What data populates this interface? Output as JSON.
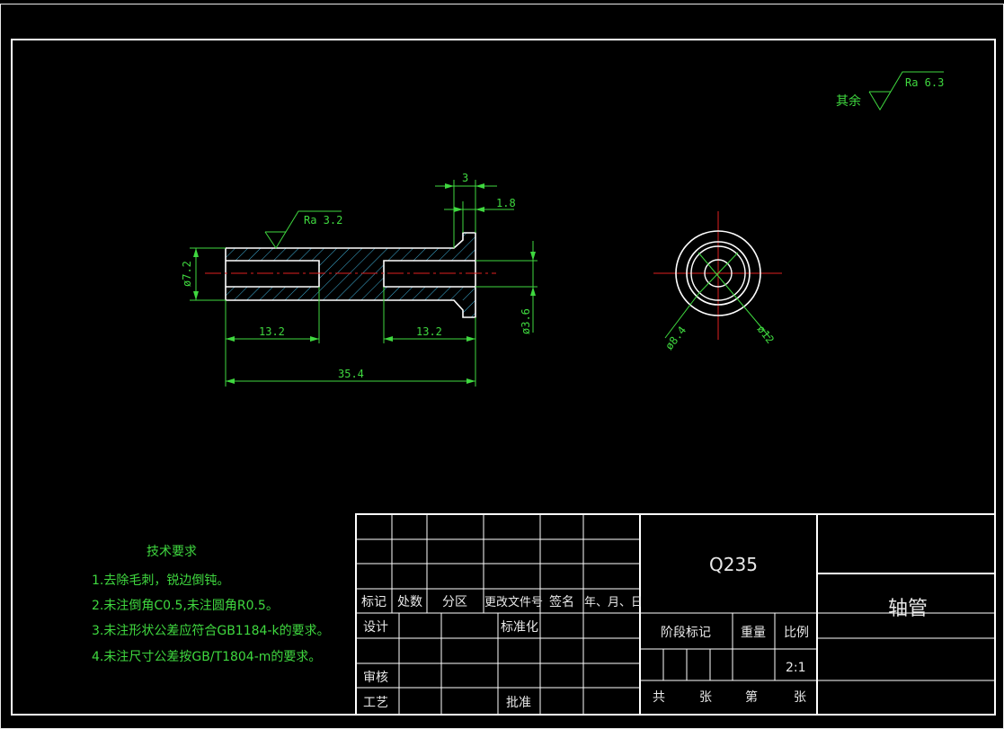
{
  "view": {
    "surface_finish_main": "Ra 3.2",
    "surface_finish_other_prefix": "其余",
    "surface_finish_other": "Ra 6.3",
    "dim_flange_width": "3",
    "dim_step": "1.8",
    "dim_left_dia": "ø7.2",
    "dim_right_dia": "ø3.6",
    "dim_left_bore": "13.2",
    "dim_right_bore": "13.2",
    "dim_total_length": "35.4",
    "dim_inner_dia": "ø8.4",
    "dim_outer_dia": "ø12"
  },
  "notes": {
    "title": "技术要求",
    "items": [
      "1.去除毛刺，锐边倒钝。",
      "2.未注倒角C0.5,未注圆角R0.5。",
      "3.未注形状公差应符合GB1184-k的要求。",
      "4.未注尺寸公差按GB/T1804-m的要求。"
    ]
  },
  "title_block": {
    "rev_headers": [
      "标记",
      "处数",
      "分区",
      "更改文件号",
      "签名",
      "年、月、日"
    ],
    "design": "设计",
    "standardize": "标准化",
    "review": "审核",
    "process": "工艺",
    "approve": "批准",
    "material": "Q235",
    "part_name": "轴管",
    "stage_mark": "阶段标记",
    "weight": "重量",
    "scale_label": "比例",
    "scale_value": "2:1",
    "sheets": "共",
    "sheets_unit": "张",
    "sheet_no": "第",
    "sheet_no_unit": "张"
  },
  "colors": {
    "outline": "#ffffff",
    "dimension": "#3fd83f",
    "centerline": "#e02020",
    "hatch": "#3fb0d8"
  }
}
